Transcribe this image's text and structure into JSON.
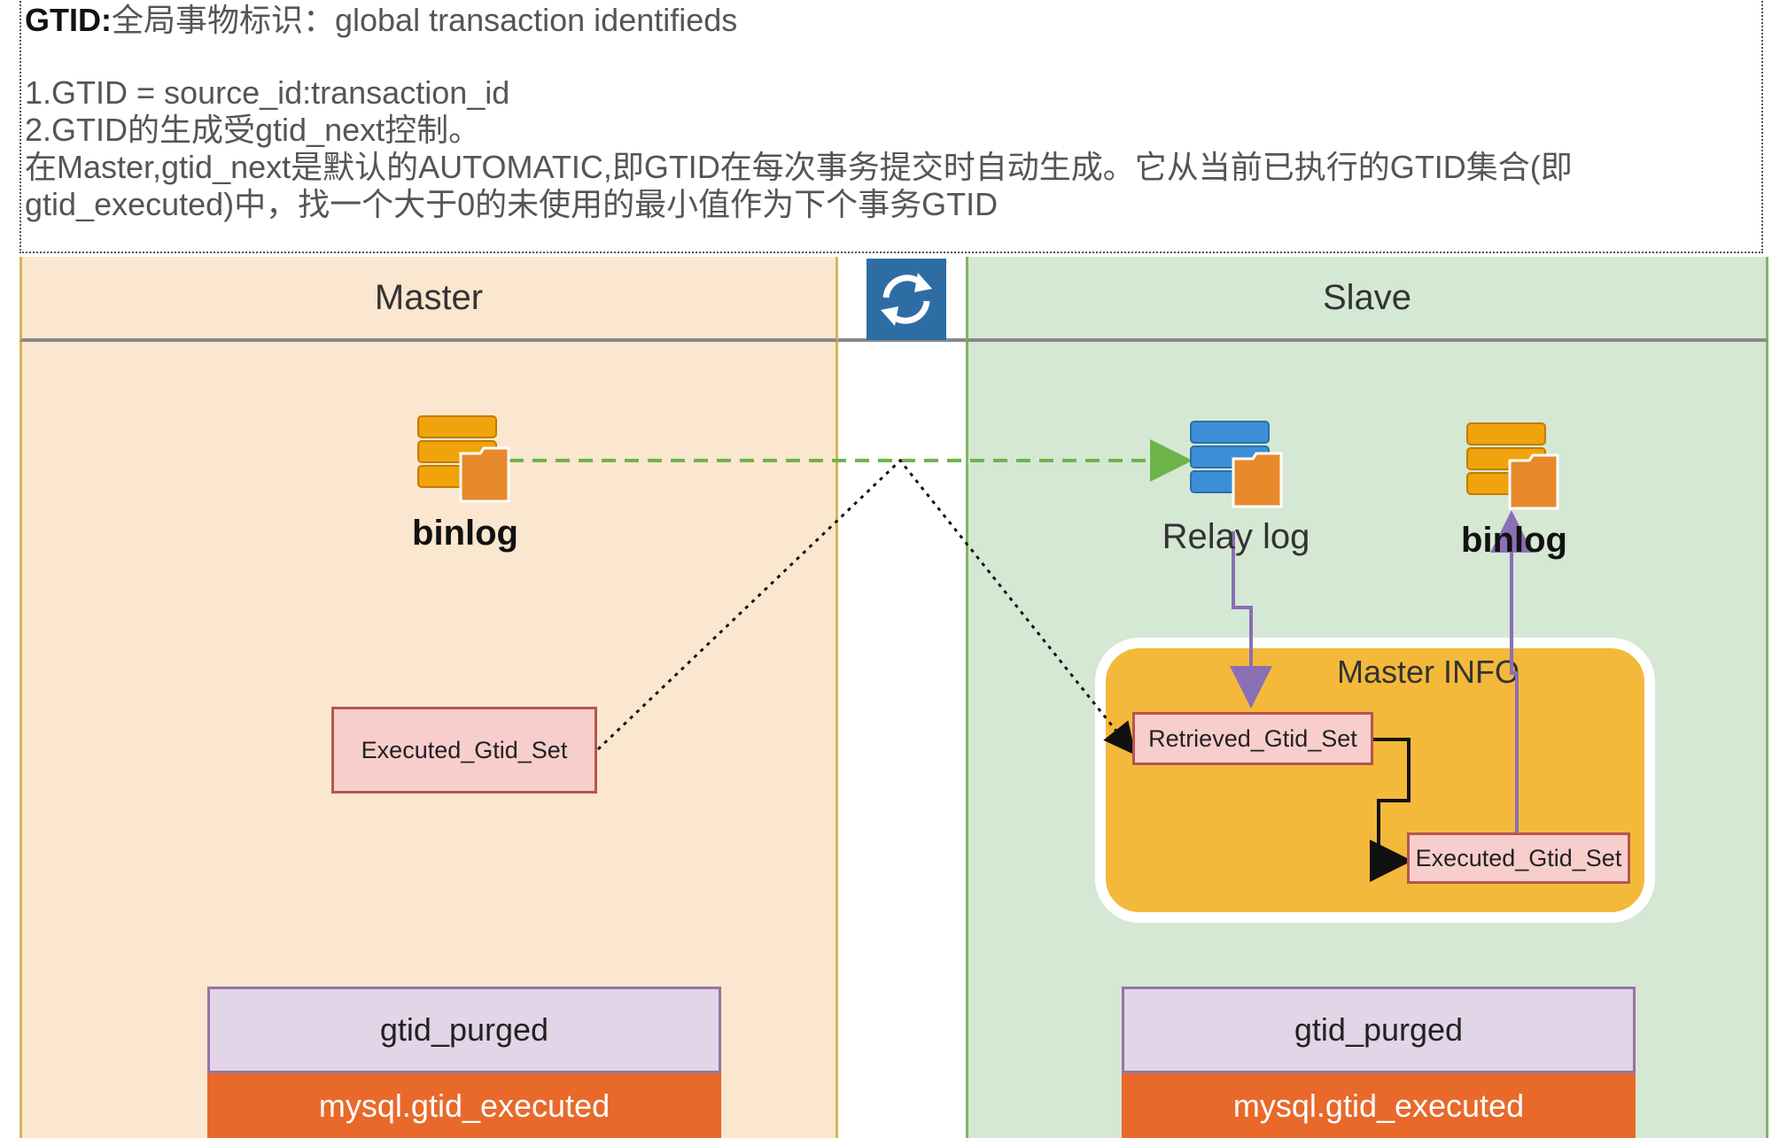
{
  "notes": {
    "title_bold": "GTID:",
    "title_rest": "全局事物标识：global transaction identifieds",
    "line1": "1.GTID = source_id:transaction_id",
    "line2": "2.GTID的生成受gtid_next控制。",
    "line3": "在Master,gtid_next是默认的AUTOMATIC,即GTID在每次事务提交时自动生成。它从当前已执行的GTID集合(即",
    "line4": "gtid_executed)中，找一个大于0的未使用的最小值作为下个事务GTID"
  },
  "master": {
    "title": "Master",
    "binlog_label": "binlog",
    "executed_set": "Executed_Gtid_Set",
    "purged": "gtid_purged",
    "executed_table": "mysql.gtid_executed"
  },
  "slave": {
    "title": "Slave",
    "relay_label": "Relay log",
    "binlog_label": "binlog",
    "master_info_title": "Master INFO",
    "retrieved_set": "Retrieved_Gtid_Set",
    "executed_set": "Executed_Gtid_Set",
    "purged": "gtid_purged",
    "executed_table": "mysql.gtid_executed"
  },
  "icons": {
    "sync": "sync-icon",
    "master_binlog": "database-folder-icon",
    "relay_log": "database-folder-icon",
    "slave_binlog": "database-folder-icon"
  },
  "colors": {
    "master_bg": "#fbe6cf",
    "master_border": "#d6b656",
    "slave_bg": "#d5e8d4",
    "slave_border": "#82b366",
    "sync_bg": "#2e6da4",
    "db_orange": "#f0a30a",
    "db_blue": "#3c8fd6",
    "folder_orange": "#e8892b",
    "master_info_bg": "#f4b93a",
    "arrow_green": "#6fb44b",
    "arrow_purple": "#8a6fb4"
  }
}
